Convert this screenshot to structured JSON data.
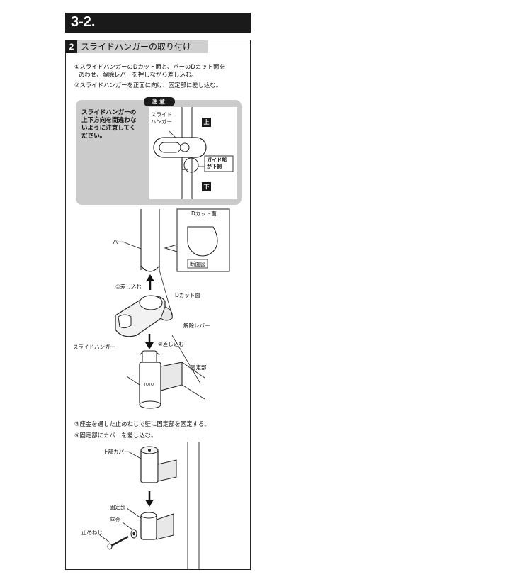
{
  "header": {
    "number": "3-2."
  },
  "section": {
    "number": "2",
    "title": "スライドハンガーの取り付け"
  },
  "instructions": {
    "step1_line1": "①スライドハンガーのDカット面と、バーのDカット面を",
    "step1_line2": "あわせ、解除レバーを押しながら差し込む。",
    "step2": "②スライドハンガーを正面に向け、固定部に差し込む。",
    "step3": "③座金を通した止めねじで壁に固定部を固定する。",
    "step4": "④固定部にカバーを差し込む。"
  },
  "caution": {
    "label": "注意",
    "text_line1": "スライドハンガーの",
    "text_line2": "上下方向を間違わな",
    "text_line3": "いように注意してく",
    "text_line4": "ださい。",
    "hanger_line1": "スライド",
    "hanger_line2": "ハンガー",
    "up": "上",
    "down": "下",
    "guide_line1": "ガイド部",
    "guide_line2": "が下側"
  },
  "figure1": {
    "bar": "バー",
    "d_cut_top": "Dカット面",
    "cross_section": "断面図",
    "insert1": "①差し込む",
    "d_cut": "Dカット面",
    "release_lever": "解除レバー",
    "insert2": "②差し込む",
    "slide_hanger": "スライドハンガー",
    "fixed_part": "固定部",
    "brand": "TOTO"
  },
  "figure2": {
    "upper_cover": "上部カバー",
    "fixed_part": "固定部",
    "washer": "座金",
    "screw": "止めねじ"
  }
}
